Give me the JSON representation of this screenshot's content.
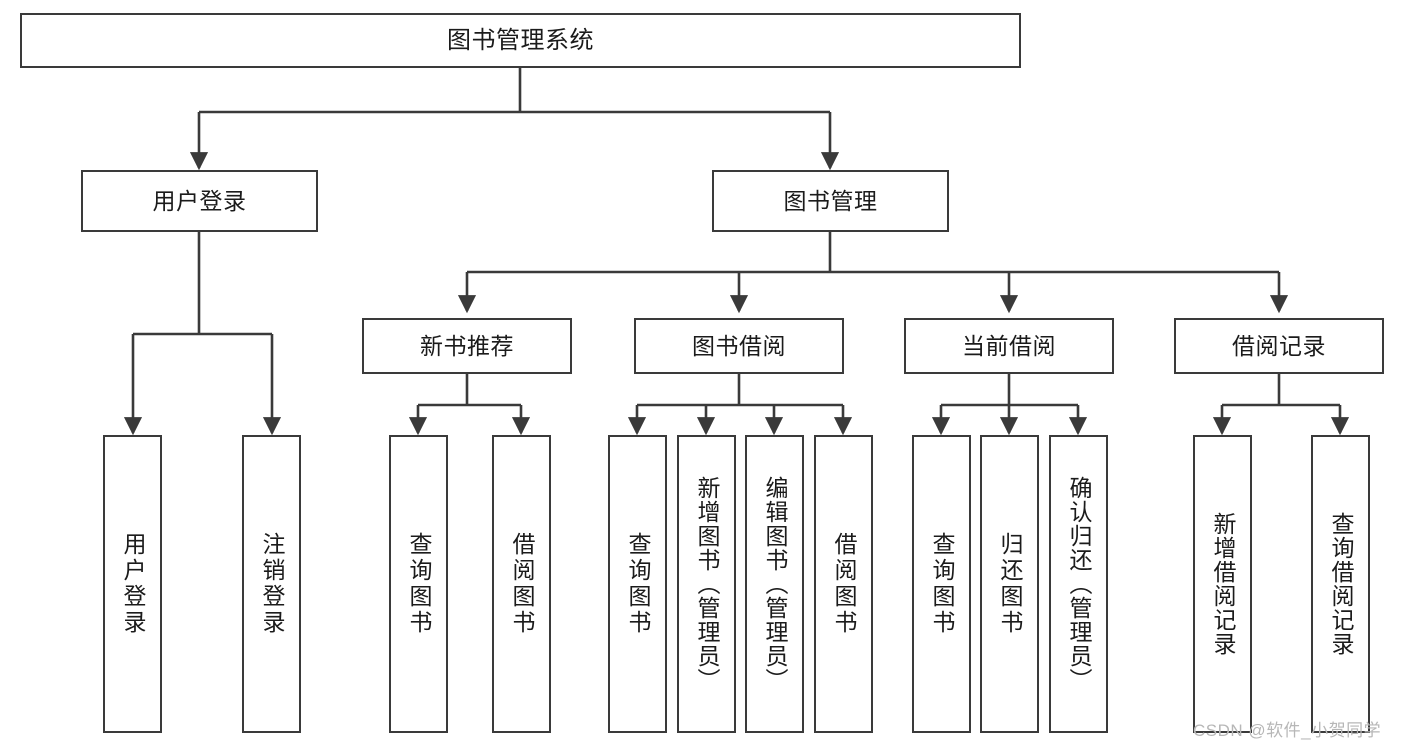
{
  "diagram": {
    "title": "图书管理系统",
    "type": "tree-hierarchy-chart",
    "colors": {
      "background": "#ffffff",
      "box_fill": "#ffffff",
      "box_border": "#3a3a3a",
      "connector": "#3a3a3a",
      "text": "#1b1b1b",
      "watermark": "#b7b7b7"
    },
    "nodes": {
      "root": "图书管理系统",
      "level1": {
        "user_login": "用户登录",
        "book_manage": "图书管理"
      },
      "level2": {
        "new_book_recommend": "新书推荐",
        "book_borrow": "图书借阅",
        "current_borrow": "当前借阅",
        "borrow_record": "借阅记录"
      },
      "leaves": {
        "user_login_1": "用户登录",
        "user_login_2": "注销登录",
        "recommend_1": "查询图书",
        "recommend_2": "借阅图书",
        "borrow_1": "查询图书",
        "borrow_2": "新增图书（管理员）",
        "borrow_3": "编辑图书（管理员）",
        "borrow_4": "借阅图书",
        "current_1": "查询图书",
        "current_2": "归还图书",
        "current_3": "确认归还（管理员）",
        "record_1": "新增借阅记录",
        "record_2": "查询借阅记录"
      }
    }
  },
  "watermark": {
    "text": "CSDN @软件_小贺同学"
  }
}
